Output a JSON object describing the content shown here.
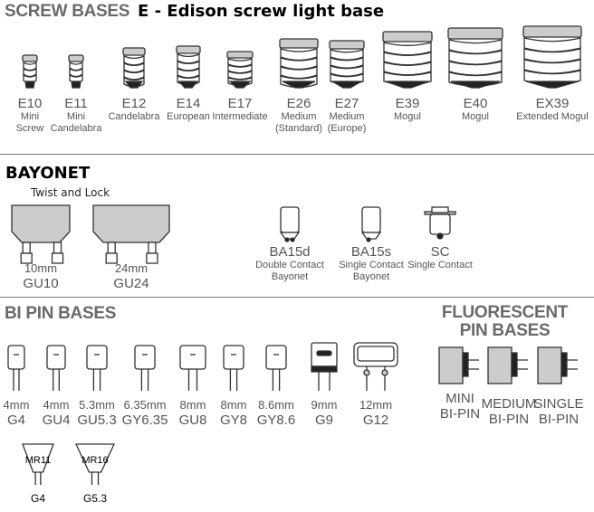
{
  "screw": {
    "title": "SCREW BASES",
    "subtitle": "E - Edison screw light base",
    "items": [
      {
        "code": "E10",
        "desc": [
          "Mini",
          "Screw"
        ]
      },
      {
        "code": "E11",
        "desc": [
          "Mini",
          "Candelabra"
        ]
      },
      {
        "code": "E12",
        "desc": [
          "Candelabra"
        ]
      },
      {
        "code": "E14",
        "desc": [
          "European"
        ]
      },
      {
        "code": "E17",
        "desc": [
          "Intermediate"
        ]
      },
      {
        "code": "E26",
        "desc": [
          "Medium",
          "(Standard)"
        ]
      },
      {
        "code": "E27",
        "desc": [
          "Medium",
          "(Europe)"
        ]
      },
      {
        "code": "E39",
        "desc": [
          "Mogul"
        ]
      },
      {
        "code": "E40",
        "desc": [
          "Mogul"
        ]
      },
      {
        "code": "EX39",
        "desc": [
          "Extended Mogul"
        ]
      }
    ]
  },
  "bayonet": {
    "title": "BAYONET",
    "twist": "Twist and Lock",
    "gu": [
      {
        "size": "10mm",
        "code": "GU10"
      },
      {
        "size": "24mm",
        "code": "GU24"
      }
    ],
    "items": [
      {
        "code": "BA15d",
        "desc": [
          "Double Contact",
          "Bayonet"
        ]
      },
      {
        "code": "BA15s",
        "desc": [
          "Single Contact",
          "Bayonet"
        ]
      },
      {
        "code": "SC",
        "desc": [
          "Single Contact"
        ]
      }
    ]
  },
  "bipin": {
    "title": "BI PIN BASES",
    "items": [
      {
        "size": "4mm",
        "code": "G4"
      },
      {
        "size": "4mm",
        "code": "GU4"
      },
      {
        "size": "5.3mm",
        "code": "GU5.3"
      },
      {
        "size": "6.35mm",
        "code": "GY6.35"
      },
      {
        "size": "8mm",
        "code": "GU8"
      },
      {
        "size": "8mm",
        "code": "GY8"
      },
      {
        "size": "8.6mm",
        "code": "GY8.6"
      },
      {
        "size": "9mm",
        "code": "G9"
      },
      {
        "size": "12mm",
        "code": "G12"
      }
    ],
    "mr": [
      {
        "label": "MR11",
        "code": "G4"
      },
      {
        "label": "MR16",
        "code": "G5.3"
      }
    ]
  },
  "fluorescent": {
    "title": [
      "FLUORESCENT",
      "PIN BASES"
    ],
    "items": [
      [
        "MINI",
        "BI-PIN"
      ],
      [
        "MEDIUM",
        "BI-PIN"
      ],
      [
        "SINGLE",
        "BI-PIN"
      ]
    ]
  }
}
